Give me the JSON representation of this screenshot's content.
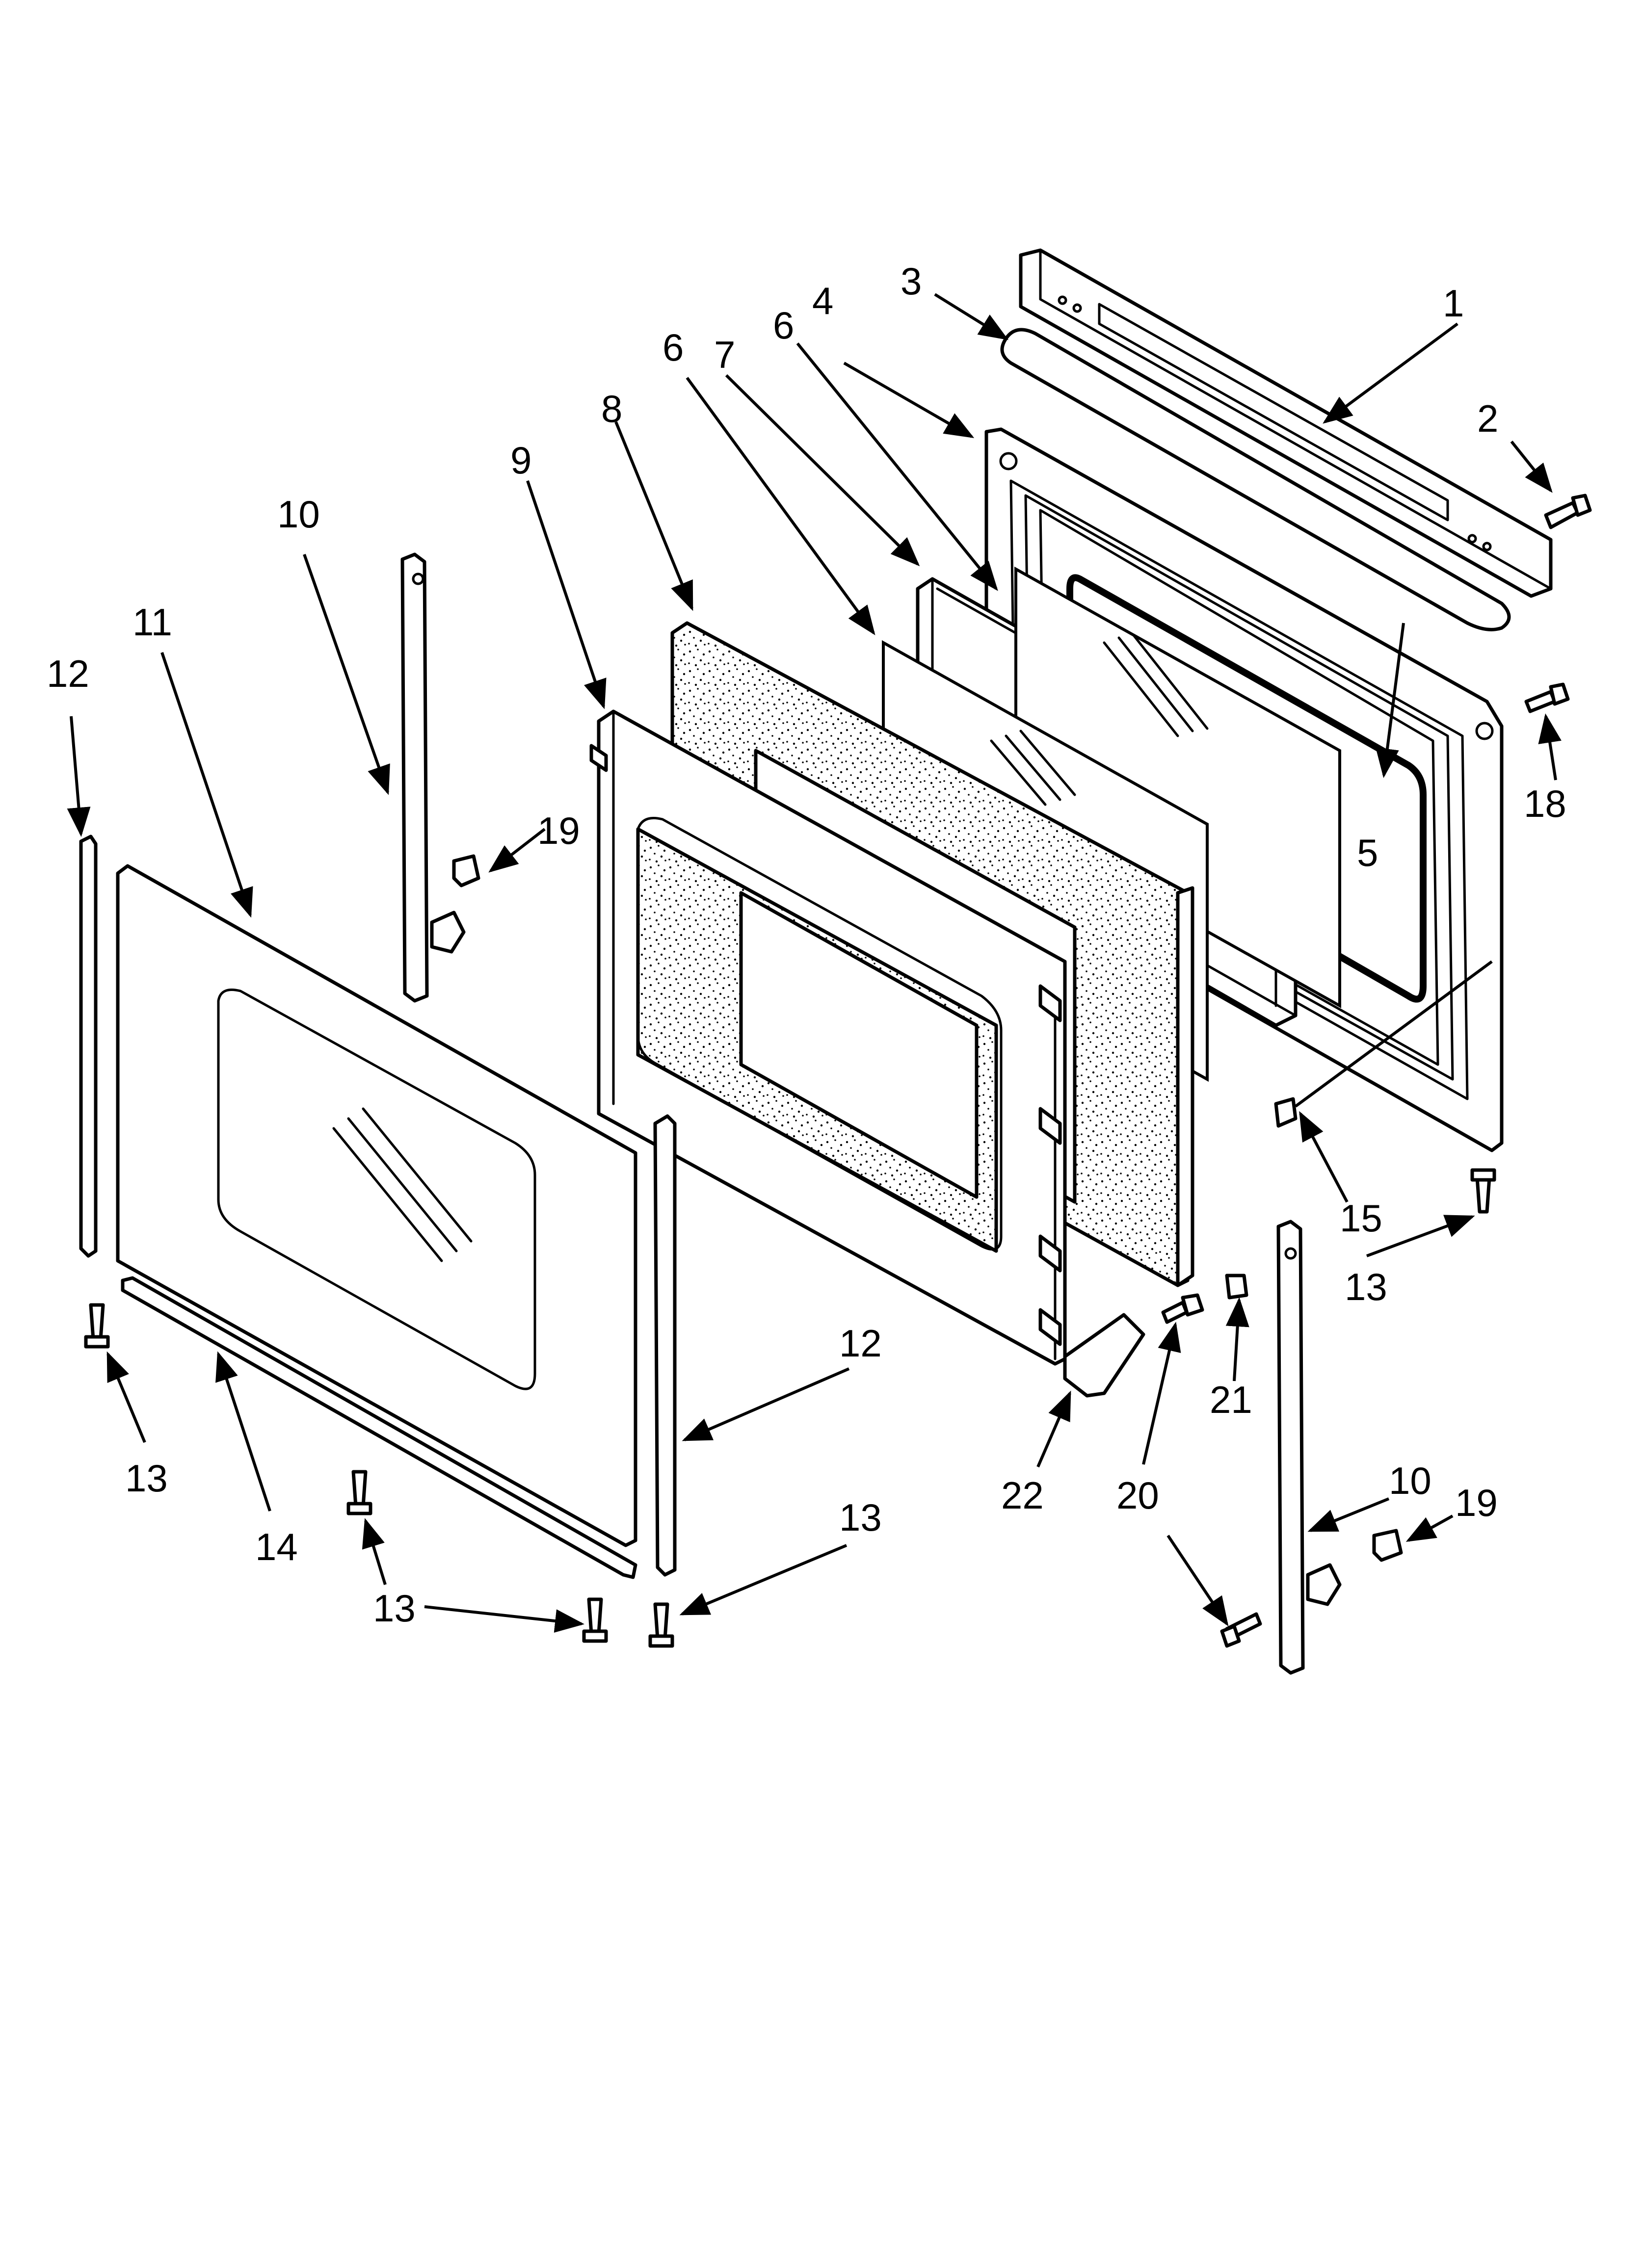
{
  "callouts": [
    {
      "id": "c1",
      "label": "1"
    },
    {
      "id": "c2",
      "label": "2"
    },
    {
      "id": "c3",
      "label": "3"
    },
    {
      "id": "c4",
      "label": "4"
    },
    {
      "id": "c5",
      "label": "5"
    },
    {
      "id": "c6a",
      "label": "6"
    },
    {
      "id": "c6b",
      "label": "6"
    },
    {
      "id": "c7",
      "label": "7"
    },
    {
      "id": "c8",
      "label": "8"
    },
    {
      "id": "c9",
      "label": "9"
    },
    {
      "id": "c10a",
      "label": "10"
    },
    {
      "id": "c10b",
      "label": "10"
    },
    {
      "id": "c11",
      "label": "11"
    },
    {
      "id": "c12a",
      "label": "12"
    },
    {
      "id": "c12b",
      "label": "12"
    },
    {
      "id": "c13a",
      "label": "13"
    },
    {
      "id": "c13b",
      "label": "13"
    },
    {
      "id": "c13c",
      "label": "13"
    },
    {
      "id": "c13d",
      "label": "13"
    },
    {
      "id": "c14",
      "label": "14"
    },
    {
      "id": "c15",
      "label": "15"
    },
    {
      "id": "c18",
      "label": "18"
    },
    {
      "id": "c19a",
      "label": "19"
    },
    {
      "id": "c19b",
      "label": "19"
    },
    {
      "id": "c20",
      "label": "20"
    },
    {
      "id": "c21",
      "label": "21"
    },
    {
      "id": "c22",
      "label": "22"
    }
  ]
}
